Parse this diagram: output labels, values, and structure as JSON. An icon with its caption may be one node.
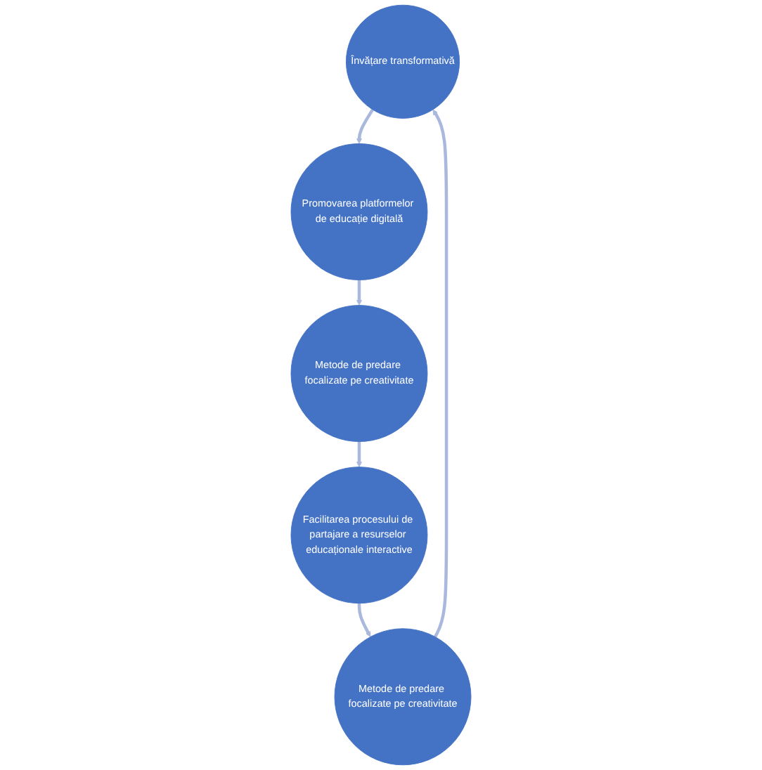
{
  "diagram": {
    "nodes": [
      {
        "text": [
          "Învățare transformativă"
        ]
      },
      {
        "text": [
          "Promovarea platformelor de educație digitală"
        ]
      },
      {
        "text": [
          "Metode de predare focalizate pe creativitate"
        ]
      },
      {
        "text": [
          "Facilitarea procesului de partajare a resurselor educaționale interactive"
        ]
      },
      {
        "text": [
          "Metode de predare focalizate pe creativitate"
        ]
      }
    ],
    "edges": [
      {
        "from": 0,
        "to": 1,
        "arrow": "to"
      },
      {
        "from": 1,
        "to": 2,
        "arrow": "to"
      },
      {
        "from": 2,
        "to": 3,
        "arrow": "to"
      },
      {
        "from": 3,
        "to": 4,
        "arrow": "to"
      },
      {
        "from": 4,
        "to": 0,
        "arrow": "to"
      }
    ]
  }
}
